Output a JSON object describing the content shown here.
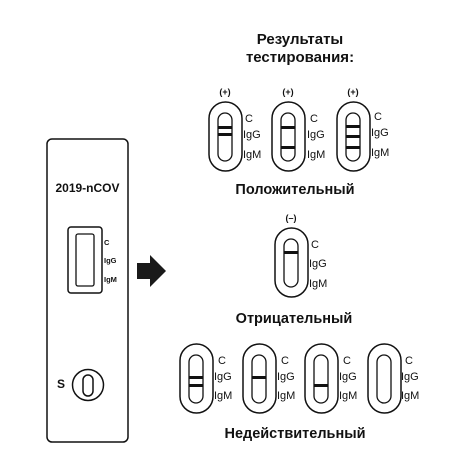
{
  "cassette": {
    "name": "2019-nCOV",
    "window_labels": [
      "C",
      "IgG",
      "IgM"
    ],
    "sample_label": "S"
  },
  "results": {
    "title_line1": "Результаты",
    "title_line2": "тестирования:"
  },
  "positive": {
    "label": "Положительный",
    "signs": [
      "(+)",
      "(+)",
      "(+)"
    ],
    "line_labels": [
      "C",
      "IgG",
      "IgM"
    ]
  },
  "negative": {
    "label": "Отрицательный",
    "sign": "(–)",
    "line_labels": [
      "C",
      "IgG",
      "IgM"
    ]
  },
  "invalid": {
    "label": "Недействительный",
    "line_labels": [
      "C",
      "IgG",
      "IgM"
    ]
  },
  "colors": {
    "stroke": "#111111",
    "arrow": "#1a1a1a",
    "background": "#ffffff"
  }
}
